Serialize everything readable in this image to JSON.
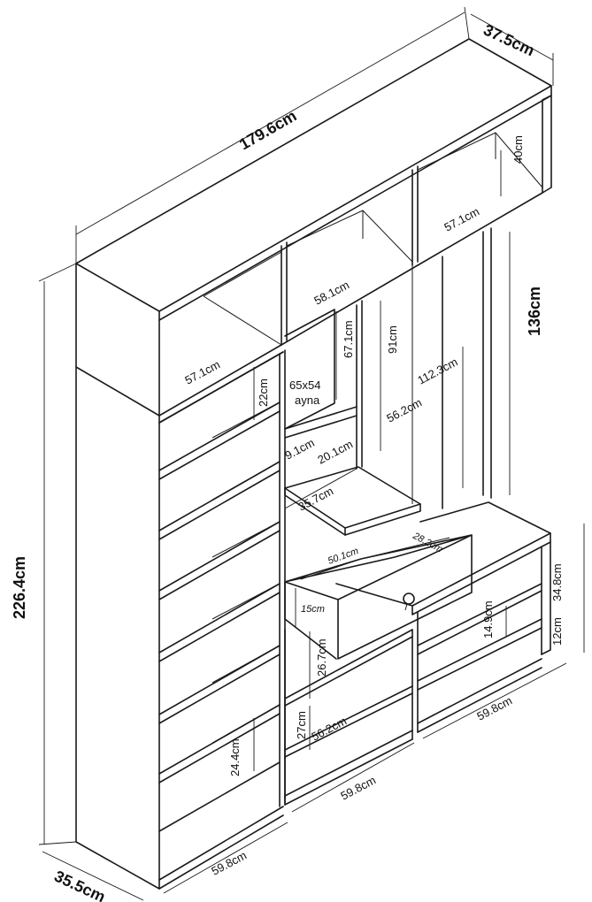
{
  "dimensions": {
    "total_width": "179.6cm",
    "depth_top": "37.5cm",
    "total_height": "226.4cm",
    "depth_bottom": "35.5cm",
    "hook_panel_height": "136cm",
    "top_niche_right_height": "40cm",
    "top_niche_right_width": "57.1cm",
    "top_niche_mid_width": "58.1cm",
    "top_niche_left_width": "57.1cm",
    "mirror_height": "67.1cm",
    "mirror_label_size": "65x54",
    "mirror_label_word": "ayna",
    "mid_panel_height": "91cm",
    "hook_bar_width": "112.3cm",
    "bench_back_width": "56.2cm",
    "left_shelf_gap_top": "22cm",
    "small_gap": "9.1cm",
    "mid_gap": "20.1cm",
    "desk_depth": "35.7cm",
    "drawer_inner_width": "50.1cm",
    "drawer_inner_depth": "28.2cm",
    "drawer_height": "15cm",
    "mid_lower_gap": "26.7cm",
    "mid_bottom_gap": "27cm",
    "mid_bottom_width": "56.2cm",
    "left_bottom_gap": "24.4cm",
    "left_bottom_width": "59.8cm",
    "mid_base_width": "59.8cm",
    "right_base_width": "59.8cm",
    "bench_height": "34.8cm",
    "bench_inner_gap": "14.9cm",
    "bench_lower_gap": "12cm"
  }
}
